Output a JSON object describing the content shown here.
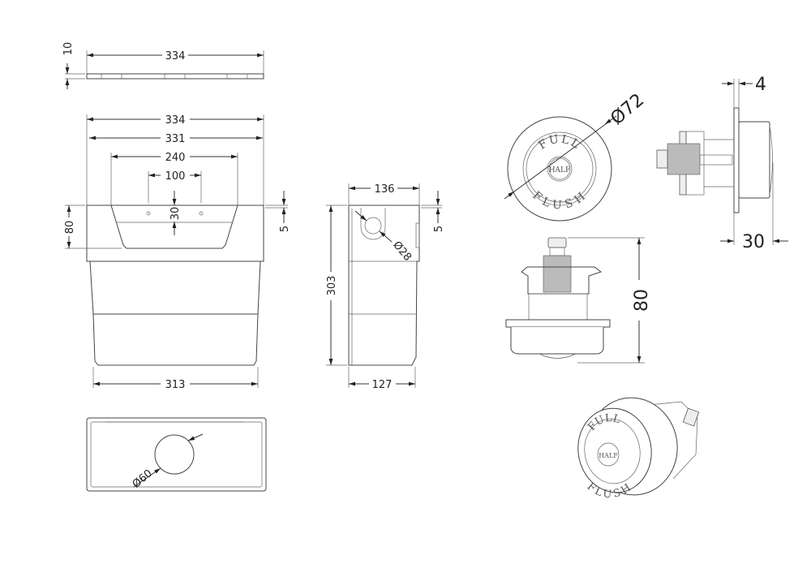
{
  "lid_view": {
    "width": "334",
    "thickness": "10"
  },
  "front_view": {
    "overall_width": "334",
    "inner_width": "331",
    "recess_width": "240",
    "hole_spacing": "100",
    "hole_drop": "30",
    "recess_height": "80",
    "lid_offset": "5",
    "base_width": "313"
  },
  "side_view": {
    "depth": "136",
    "height": "303",
    "lid_offset": "5",
    "hole_diameter": "Ø28",
    "base_depth": "127"
  },
  "bottom_view": {
    "hole_diameter": "Ø60"
  },
  "button_front": {
    "diameter": "Ø72",
    "outer_text": "FULL",
    "lower_text": "FLUSH",
    "center_text": "HALF"
  },
  "button_side": {
    "flange": "4",
    "projection": "30"
  },
  "button_bottom": {
    "length": "80"
  },
  "button_iso": {
    "outer_text": "FULL",
    "lower_text": "FLUSH",
    "center_text": "HALF"
  }
}
